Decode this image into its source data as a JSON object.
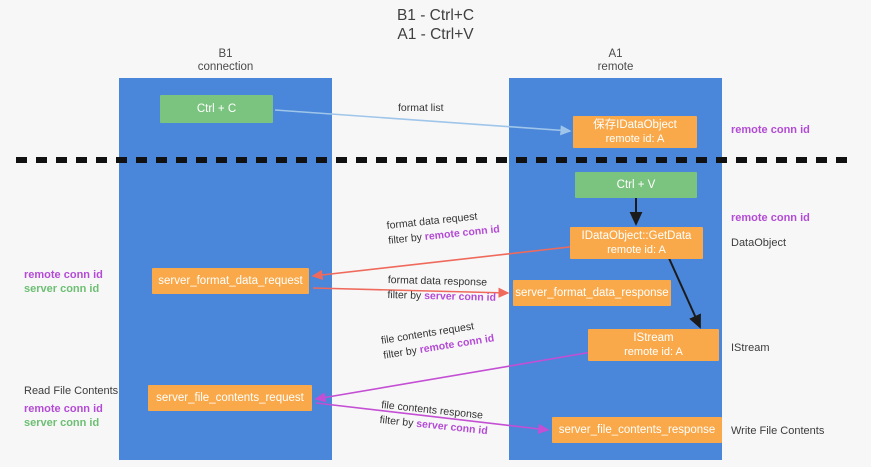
{
  "title": {
    "line1": "B1 - Ctrl+C",
    "line2": "A1 - Ctrl+V"
  },
  "columns": [
    {
      "name": "B1",
      "role": "connection"
    },
    {
      "name": "A1",
      "role": "remote"
    }
  ],
  "nodes": {
    "ctrl_c": {
      "label": "Ctrl + C"
    },
    "save_idataobject": {
      "line1": "保存IDataObject",
      "line2": "remote id: A"
    },
    "ctrl_v": {
      "label": "Ctrl + V"
    },
    "getdata": {
      "line1": "IDataObject::GetData",
      "line2": "remote id: A"
    },
    "format_request": {
      "label": "server_format_data_request"
    },
    "format_response": {
      "label": "server_format_data_response"
    },
    "istream": {
      "line1": "IStream",
      "line2": "remote id: A"
    },
    "file_request": {
      "label": "server_file_contents_request"
    },
    "file_response": {
      "label": "server_file_contents_response"
    }
  },
  "edges": {
    "format_list": {
      "label": "format list"
    },
    "format_data_request": {
      "line1": "format data request",
      "prefix": "filter by ",
      "key": "remote conn id"
    },
    "format_data_response": {
      "line1": "format data response",
      "prefix": "filter by ",
      "key": "server conn id"
    },
    "file_contents_request": {
      "line1": "file contents request",
      "prefix": "filter by ",
      "key": "remote conn id"
    },
    "file_contents_response": {
      "line1": "file contents response",
      "prefix": "filter by ",
      "key": "server conn id"
    }
  },
  "annotations": {
    "right_top_remote": "remote conn id",
    "right_mid_remote": "remote conn id",
    "dataobject": "DataObject",
    "istream": "IStream",
    "write_file_contents": "Write File Contents",
    "left_remote": "remote conn id",
    "left_server": "server conn id",
    "read_file_contents": "Read File Contents",
    "left_remote2": "remote conn id",
    "left_server2": "server conn id"
  },
  "colors": {
    "lane": "#4a86d9",
    "green_box": "#7bc47f",
    "orange_box": "#f9a94a",
    "purple_key": "#b44bd6",
    "green_key": "#6cbf73",
    "arrow_blue": "#9fc6ea",
    "arrow_red": "#ef6a5c",
    "arrow_magenta": "#c44fd4",
    "arrow_black": "#1b1b1b",
    "divider": "#111111",
    "background": "#f7f7f7"
  }
}
